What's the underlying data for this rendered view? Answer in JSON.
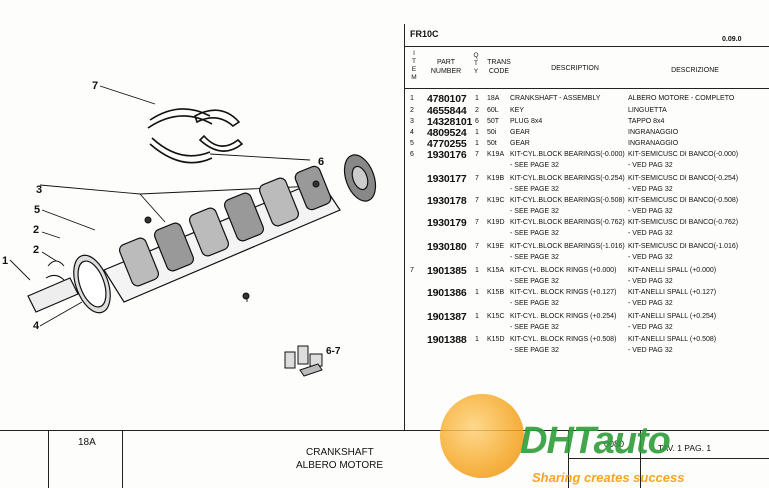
{
  "header": {
    "code": "FR10C",
    "page_ref": "0.09.0"
  },
  "columns": {
    "item": "ITEM",
    "part_number": "PART NUMBER",
    "qty": "QTY",
    "trans_code": "TRANS CODE",
    "description": "DESCRIPTION",
    "descrizione": "DESCRIZIONE"
  },
  "rows": [
    {
      "item": "1",
      "part": "4780107",
      "qty": "1",
      "trans": "18A",
      "desc": "CRANKSHAFT - ASSEMBLY",
      "desc2": "",
      "descr": "ALBERO MOTORE - COMPLETO",
      "descr2": ""
    },
    {
      "item": "2",
      "part": "4655844",
      "qty": "2",
      "trans": "60L",
      "desc": "KEY",
      "desc2": "",
      "descr": "LINGUETTA",
      "descr2": ""
    },
    {
      "item": "3",
      "part": "14328101",
      "qty": "6",
      "trans": "50T",
      "desc": "PLUG 8x4",
      "desc2": "",
      "descr": "TAPPO 8x4",
      "descr2": ""
    },
    {
      "item": "4",
      "part": "4809524",
      "qty": "1",
      "trans": "50i",
      "desc": "GEAR",
      "desc2": "",
      "descr": "INGRANAGGIO",
      "descr2": ""
    },
    {
      "item": "5",
      "part": "4770255",
      "qty": "1",
      "trans": "50t",
      "desc": "GEAR",
      "desc2": "",
      "descr": "INGRANAGGIO",
      "descr2": ""
    },
    {
      "item": "6",
      "part": "1930176",
      "qty": "7",
      "trans": "K19A",
      "desc": "KIT-CYL.BLOCK BEARINGS(-0.000)",
      "desc2": "- SEE PAGE 32",
      "descr": "KIT-SEMICUSC DI BANCO(-0.000)",
      "descr2": "- VED PAG 32"
    },
    {
      "item": "",
      "part": "1930177",
      "qty": "7",
      "trans": "K19B",
      "desc": "KIT-CYL.BLOCK BEARINGS(-0.254)",
      "desc2": "- SEE PAGE 32",
      "descr": "KIT-SEMICUSC DI BANCO(-0.254)",
      "descr2": "- VED PAG 32"
    },
    {
      "item": "",
      "part": "1930178",
      "qty": "7",
      "trans": "K19C",
      "desc": "KIT-CYL.BLOCK BEARINGS(-0.508)",
      "desc2": "- SEE PAGE 32",
      "descr": "KIT-SEMICUSC DI BANCO(-0.508)",
      "descr2": "- VED PAG 32"
    },
    {
      "item": "",
      "part": "1930179",
      "qty": "7",
      "trans": "K19D",
      "desc": "KIT-CYL.BLOCK BEARINGS(-0.762)",
      "desc2": "- SEE PAGE 32",
      "descr": "KIT-SEMICUSC DI BANCO(-0.762)",
      "descr2": "- VED PAG 32"
    },
    {
      "item": "",
      "part": "1930180",
      "qty": "7",
      "trans": "K19E",
      "desc": "KIT-CYL.BLOCK BEARINGS(-1.016)",
      "desc2": "- SEE PAGE 32",
      "descr": "KIT-SEMICUSC DI BANCO(-1.016)",
      "descr2": "- VED PAG 32"
    },
    {
      "item": "7",
      "part": "1901385",
      "qty": "1",
      "trans": "K15A",
      "desc": "KIT-CYL. BLOCK RINGS (+0.000)",
      "desc2": "- SEE PAGE 32",
      "descr": "KIT-ANELLI SPALL (+0.000)",
      "descr2": "- VED PAG 32"
    },
    {
      "item": "",
      "part": "1901386",
      "qty": "1",
      "trans": "K15B",
      "desc": "KIT-CYL. BLOCK RINGS (+0.127)",
      "desc2": "- SEE PAGE 32",
      "descr": "KIT-ANELLI SPALL (+0.127)",
      "descr2": "- VED PAG 32"
    },
    {
      "item": "",
      "part": "1901387",
      "qty": "1",
      "trans": "K15C",
      "desc": "KIT-CYL. BLOCK RINGS (+0.254)",
      "desc2": "- SEE PAGE 32",
      "descr": "KIT-ANELLI SPALL (+0.254)",
      "descr2": "- VED PAG 32"
    },
    {
      "item": "",
      "part": "1901388",
      "qty": "1",
      "trans": "K15D",
      "desc": "KIT-CYL. BLOCK RINGS (+0.508)",
      "desc2": "- SEE PAGE 32",
      "descr": "KIT-ANELLI SPALL (+0.508)",
      "descr2": "- VED PAG 32"
    }
  ],
  "diagram": {
    "callouts": [
      "7",
      "6",
      "3",
      "5",
      "2",
      "2",
      "1",
      "4",
      "6-7"
    ]
  },
  "footer": {
    "ref": "18A",
    "title_en": "CRANKSHAFT",
    "title_it": "ALBERO MOTORE",
    "code": "0080",
    "tav": "TAV. 1 PAG. 1"
  },
  "watermark": {
    "brand": "DHTauto",
    "slogan": "Sharing creates success"
  },
  "colors": {
    "ink": "#111111",
    "paper": "#fdfdfb",
    "wm_orange": "#f5a623",
    "wm_green": "#2e9d3a",
    "wm_blue": "#1f4e9c"
  }
}
